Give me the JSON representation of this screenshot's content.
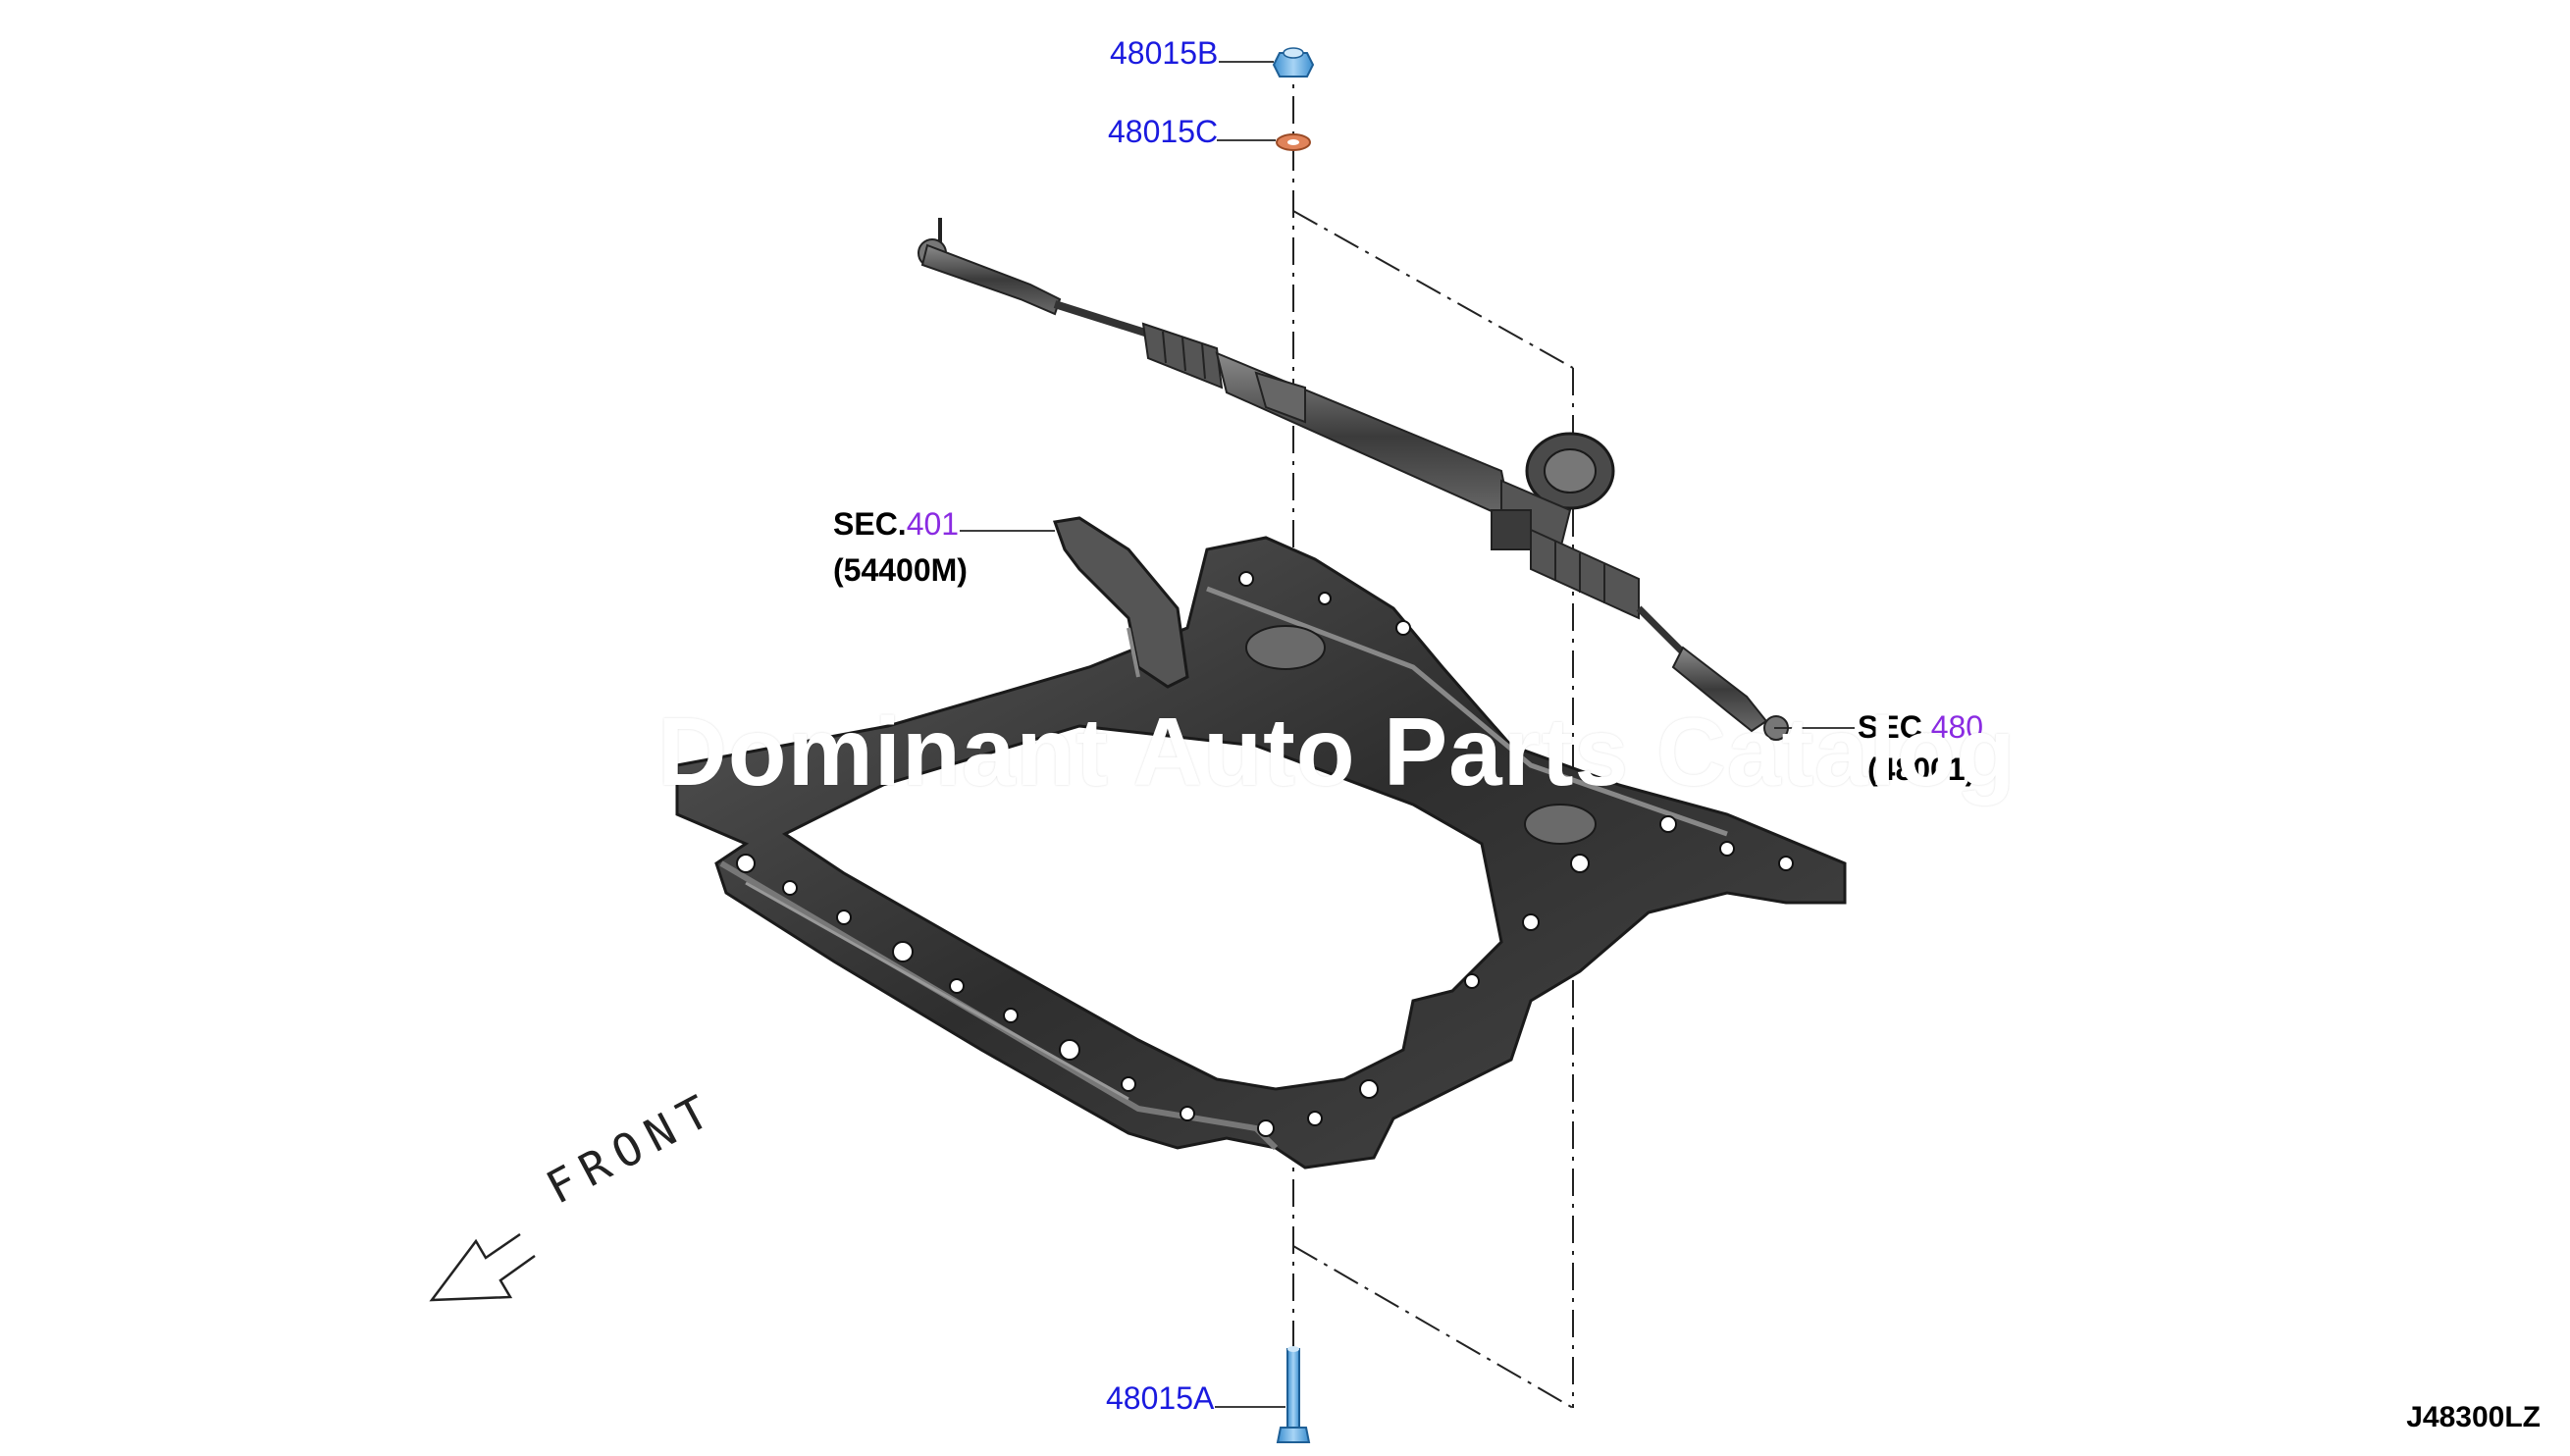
{
  "parts": {
    "p48015B": "48015B",
    "p48015C": "48015C",
    "p48015A": "48015A"
  },
  "sections": {
    "left": {
      "prefix": "SEC.",
      "number": "401",
      "sub": "(54400M)"
    },
    "right": {
      "prefix": "SEC.",
      "number": "480",
      "sub": "(48001)"
    }
  },
  "watermark": "Dominant Auto Parts Catalog",
  "front_label": "FRONT",
  "diagram_code": "J48300LZ",
  "colors": {
    "part_number": "#1a1adf",
    "section_link": "#8a2be2",
    "frame": "#3a3a3a",
    "rack": "#4a4a4a",
    "bolt_blue": "#6fb4ea",
    "washer_orange": "#e0835a"
  }
}
